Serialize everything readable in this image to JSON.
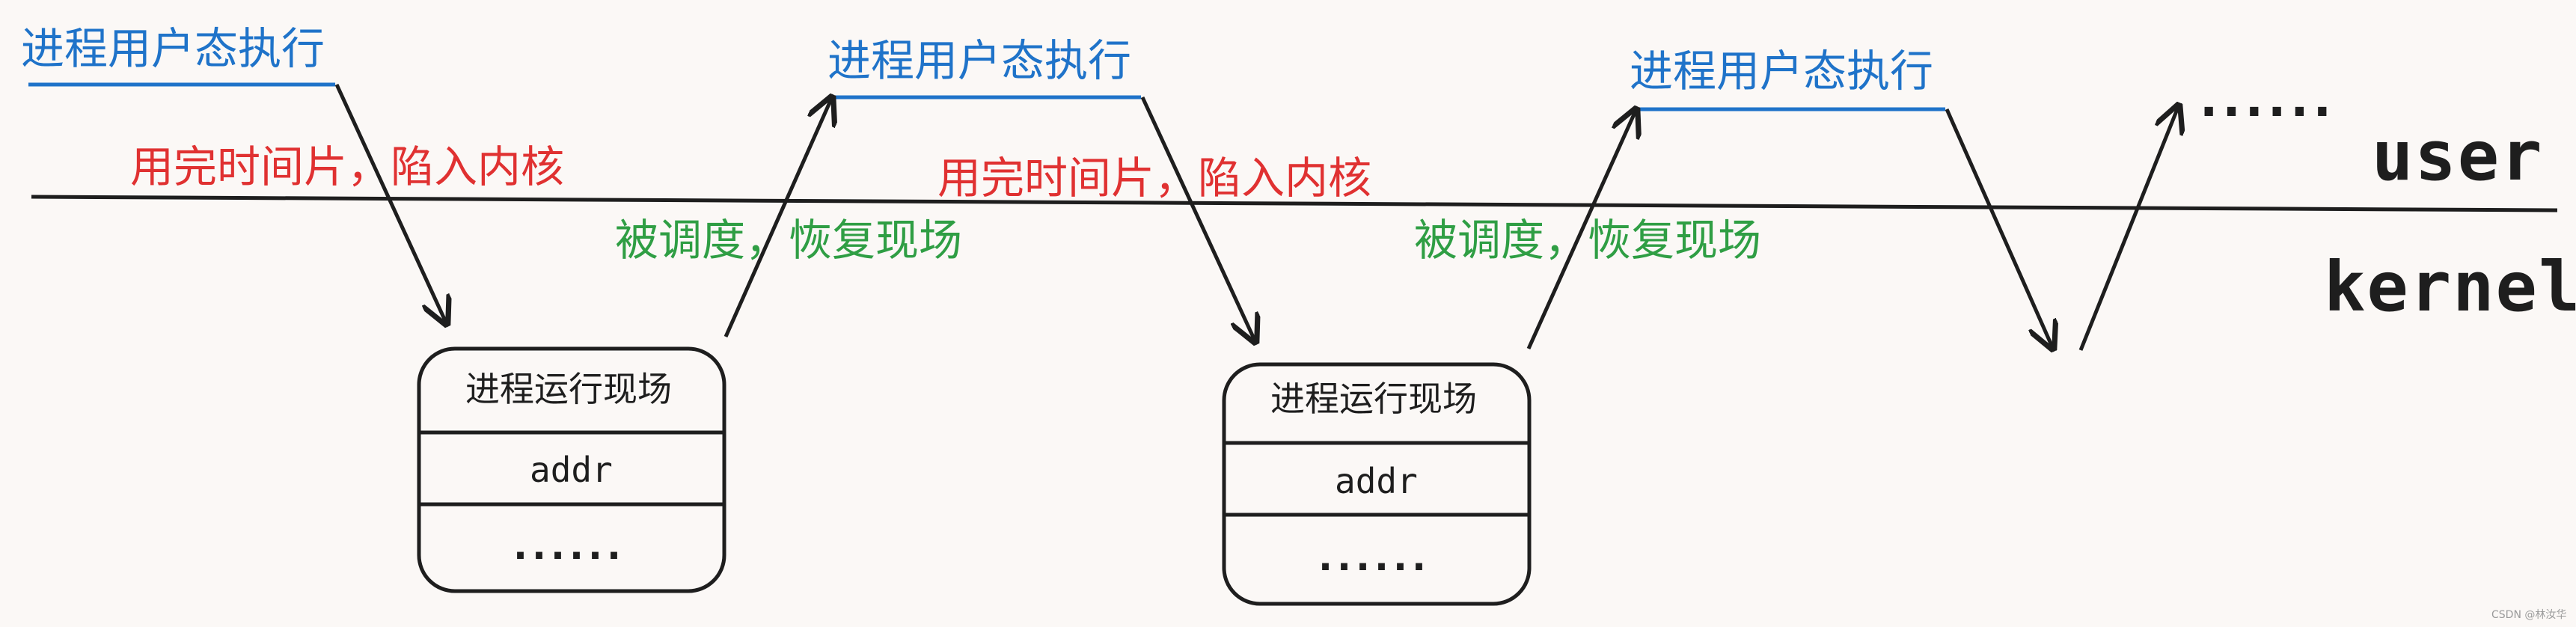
{
  "labels": {
    "user_exec": "进程用户态执行",
    "slice_trap": "用完时间片，陷入内核",
    "resume": "被调度，恢复现场",
    "context": "进程运行现场",
    "addr": "addr",
    "more": "......",
    "continue": "......",
    "user": "user",
    "kernel": "kernel",
    "watermark": "CSDN @林汝华"
  },
  "colors": {
    "blue": "#1f73c9",
    "red": "#e03131",
    "green": "#2f9e44",
    "ink": "#1e1e1e",
    "background": "#fbf8f6"
  }
}
